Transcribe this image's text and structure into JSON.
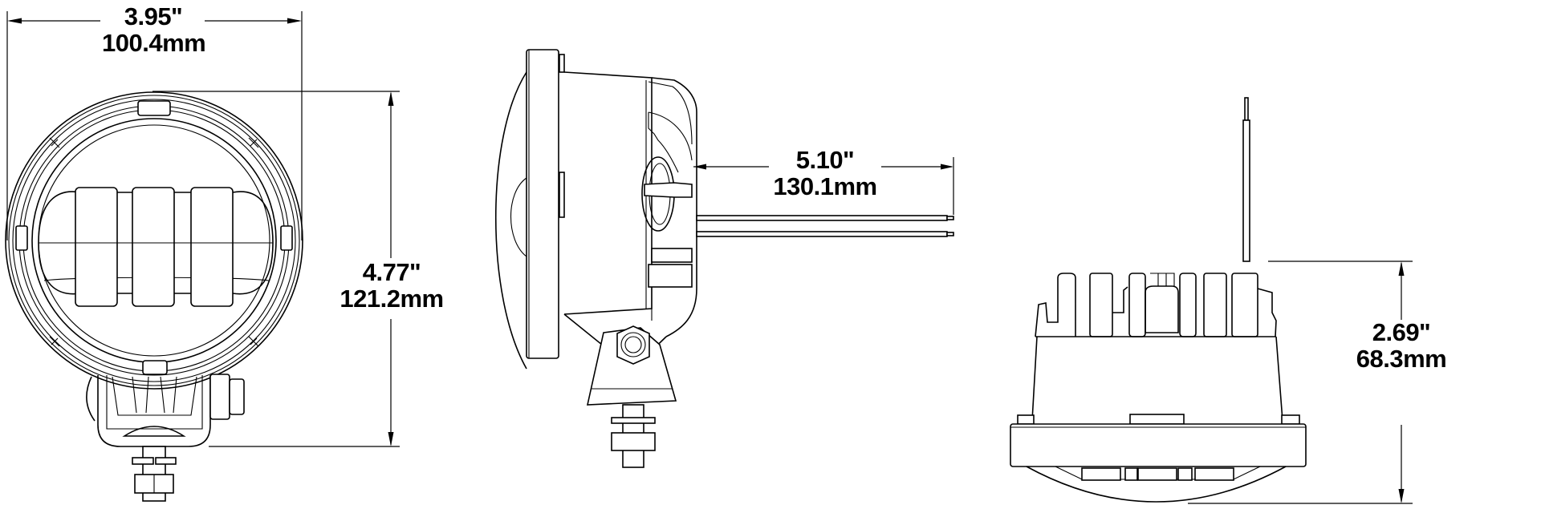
{
  "drawing": {
    "title": "LED work lamp dimensional drawing",
    "line_color": "#000000",
    "background": "#ffffff",
    "views": [
      {
        "name": "front-view"
      },
      {
        "name": "side-view"
      },
      {
        "name": "top-view"
      }
    ]
  },
  "dimensions": {
    "width": {
      "imperial": "3.95\"",
      "metric": "100.4mm",
      "view": "front-view",
      "orientation": "horizontal"
    },
    "height": {
      "imperial": "4.77\"",
      "metric": "121.2mm",
      "view": "front-view",
      "orientation": "vertical"
    },
    "wire_length": {
      "imperial": "5.10\"",
      "metric": "130.1mm",
      "view": "side-view",
      "orientation": "horizontal"
    },
    "depth": {
      "imperial": "2.69\"",
      "metric": "68.3mm",
      "view": "top-view",
      "orientation": "vertical"
    }
  }
}
